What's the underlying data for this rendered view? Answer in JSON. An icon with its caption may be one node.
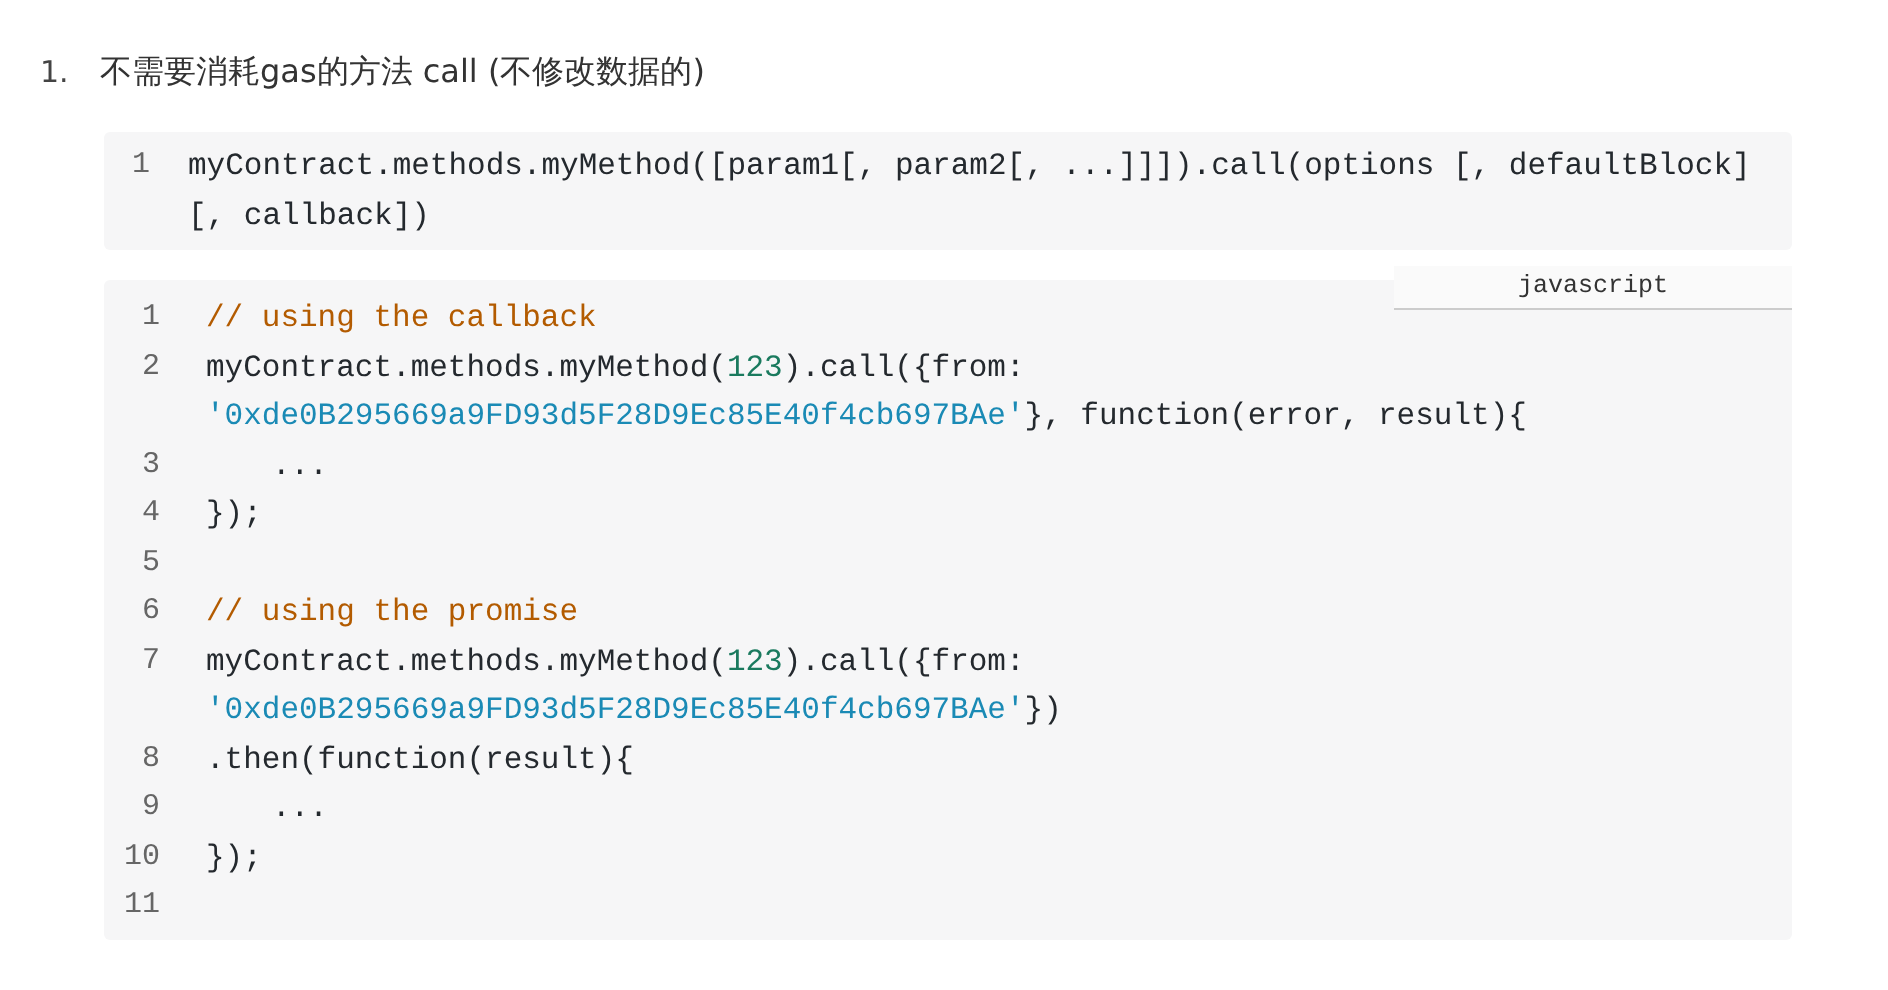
{
  "diagram": {
    "labels": [
      "1.",
      "不需要消耗gas的方法 call (不修改数据的)",
      "1",
      "myContract.methods.myMethod([param1[, param2[, ...]]]).call(options [, defaultBlock] [, callback])",
      "javascript",
      "1",
      "// using the callback",
      "2",
      "myContract.methods.myMethod(123).call({from: '0xde0B295669a9FD93d5F28D9Ec85E40f4cb697BAe'}, function(error, result){",
      "3",
      "...",
      "4",
      "});",
      "5",
      "6",
      "// using the promise",
      "7",
      "myContract.methods.myMethod(123).call({from: '0xde0B295669a9FD93d5F28D9Ec85E40f4cb697BAe'})",
      "8",
      ".then(function(result){",
      "9",
      "...",
      "10",
      "});",
      "11"
    ]
  }
}
